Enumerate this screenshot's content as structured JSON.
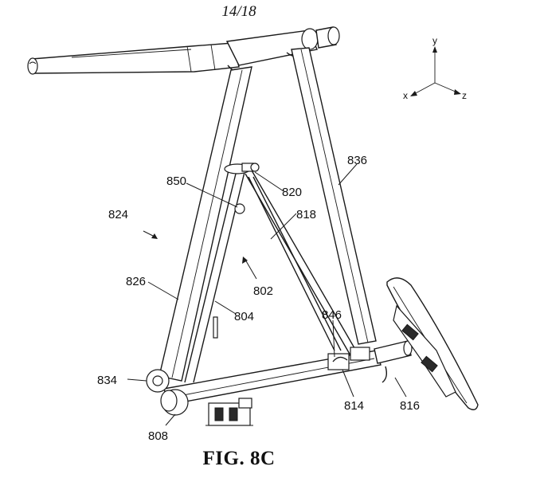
{
  "header": {
    "page_number": "14/18"
  },
  "figure": {
    "caption": "FIG. 8C",
    "axes": {
      "y": "y",
      "x": "x",
      "z": "z"
    },
    "reference_labels": {
      "r824": "824",
      "r850": "850",
      "r820": "820",
      "r818": "818",
      "r836": "836",
      "r802": "802",
      "r826": "826",
      "r804": "804",
      "r846": "846",
      "r834": "834",
      "r814": "814",
      "r816": "816",
      "r808": "808"
    }
  },
  "colors": {
    "ink": "#1a1a1a",
    "paper": "#ffffff"
  }
}
